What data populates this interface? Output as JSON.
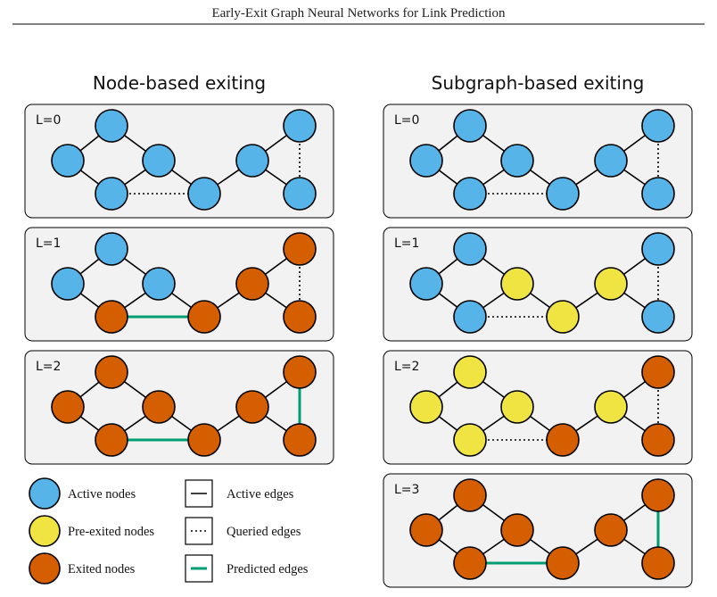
{
  "header": {
    "running_title": "Early-Exit Graph Neural Networks for Link Prediction"
  },
  "colors": {
    "active": "#56b4e9",
    "pre_exited": "#f0e442",
    "exited": "#d55e00",
    "predicted_edge": "#009e73",
    "panel_bg": "#f2f2f2",
    "stroke": "#000000"
  },
  "columns": [
    {
      "title": "Node-based exiting",
      "panels": [
        {
          "label": "L=0",
          "nodes": [
            "active",
            "active",
            "active",
            "active",
            "active",
            "active",
            "active"
          ],
          "queried": [
            [
              3,
              4
            ],
            [
              5,
              6
            ]
          ],
          "predicted": []
        },
        {
          "label": "L=1",
          "nodes": [
            "active",
            "active",
            "exited",
            "active",
            "exited",
            "exited",
            "exited"
          ],
          "queried": [
            [
              5,
              6
            ]
          ],
          "predicted": [
            [
              3,
              4
            ]
          ]
        },
        {
          "label": "L=2",
          "nodes": [
            "exited",
            "exited",
            "exited",
            "exited",
            "exited",
            "exited",
            "exited"
          ],
          "queried": [],
          "predicted": [
            [
              3,
              4
            ],
            [
              5,
              6
            ]
          ]
        }
      ]
    },
    {
      "title": "Subgraph-based exiting",
      "panels": [
        {
          "label": "L=0",
          "nodes": [
            "active",
            "active",
            "active",
            "active",
            "active",
            "active",
            "active"
          ],
          "queried": [
            [
              3,
              4
            ],
            [
              5,
              6
            ]
          ],
          "predicted": []
        },
        {
          "label": "L=1",
          "nodes": [
            "active",
            "active",
            "active",
            "pre_exited",
            "pre_exited",
            "pre_exited",
            "active"
          ],
          "queried": [
            [
              3,
              4
            ],
            [
              5,
              6
            ]
          ],
          "predicted": []
        },
        {
          "label": "L=2",
          "nodes": [
            "pre_exited",
            "pre_exited",
            "pre_exited",
            "pre_exited",
            "exited",
            "pre_exited",
            "exited"
          ],
          "queried": [
            [
              3,
              4
            ],
            [
              5,
              6
            ]
          ],
          "predicted": []
        },
        {
          "label": "L=3",
          "nodes": [
            "exited",
            "exited",
            "exited",
            "exited",
            "exited",
            "exited",
            "exited"
          ],
          "queried": [],
          "predicted": [
            [
              3,
              4
            ],
            [
              5,
              6
            ]
          ]
        }
      ]
    }
  ],
  "legend": {
    "nodes": [
      {
        "status": "active",
        "label": "Active nodes"
      },
      {
        "status": "pre_exited",
        "label": "Pre-exited nodes"
      },
      {
        "status": "exited",
        "label": "Exited nodes"
      }
    ],
    "edges": [
      {
        "kind": "active",
        "label": "Active edges"
      },
      {
        "kind": "queried",
        "label": "Queried edges"
      },
      {
        "kind": "predicted",
        "label": "Predicted edges"
      }
    ]
  }
}
